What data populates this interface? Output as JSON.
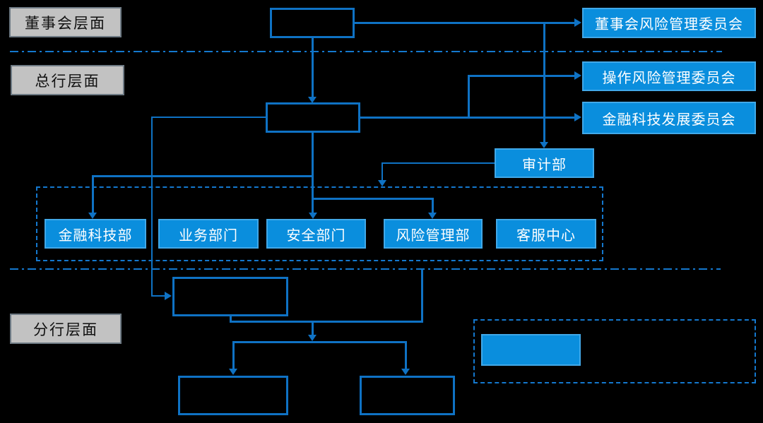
{
  "diagram": {
    "type": "org-chart",
    "lanes": {
      "board": "董事会层面",
      "head_office": "总行层面",
      "branch": "分行层面"
    },
    "committees": [
      {
        "label": "董事会风险管理委员会"
      },
      {
        "label": "操作风险管理委员会"
      },
      {
        "label": "金融科技发展委员会"
      }
    ],
    "audit": {
      "label": "审计部"
    },
    "departments": [
      {
        "label": "金融科技部"
      },
      {
        "label": "业务部门"
      },
      {
        "label": "安全部门"
      },
      {
        "label": "风险管理部"
      },
      {
        "label": "客服中心"
      }
    ],
    "unlabeled_nodes": {
      "board_box": "",
      "head_office_box": "",
      "branch_box_1": "",
      "branch_box_2": "",
      "branch_box_3": "",
      "legend_swatch": ""
    },
    "colors": {
      "background": "#000000",
      "connector_blue": "#0f72c4",
      "node_fill_blue": "#0a8edd",
      "node_fill_border": "#41a8e8",
      "dashed_blue": "#1478ce",
      "lane_gray_fill": "#c2c2c2",
      "lane_gray_border": "#6e7a84",
      "node_text": "#ffffff",
      "lane_text": "#101010"
    }
  }
}
